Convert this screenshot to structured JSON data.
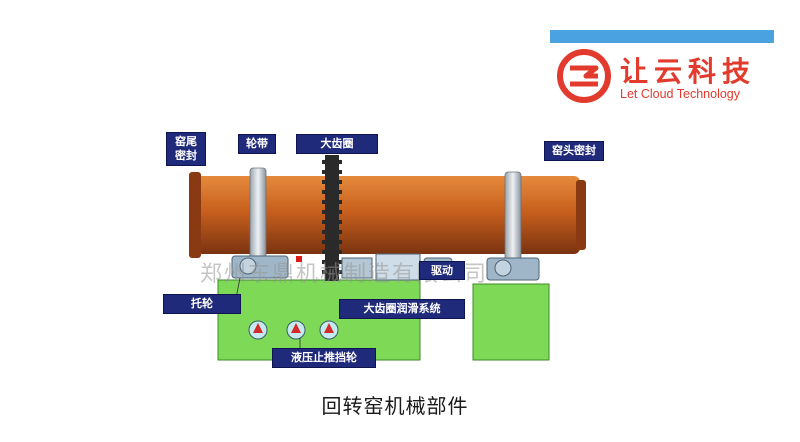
{
  "brand": {
    "name_cn": "让云科技",
    "name_en": "Let Cloud Technology",
    "bar_color": "#4aa3e0",
    "logo_color": "#e23b2e"
  },
  "labels": {
    "kiln_tail_seal": "窑尾密封",
    "tyre": "轮带",
    "girth_gear": "大齿圈",
    "kiln_head_seal": "窑头密封",
    "drive": "驱动",
    "support_roller": "托轮",
    "gear_lubrication": "大齿圈润滑系统",
    "hydraulic_thrust_roller": "液压止推挡轮"
  },
  "watermark": "郑州东鼎机械制造有限公司",
  "caption": "回转窑机械部件",
  "colors": {
    "kiln_shell": "#c8601e",
    "base": "#7ed957",
    "label_bg": "#202a7a"
  }
}
